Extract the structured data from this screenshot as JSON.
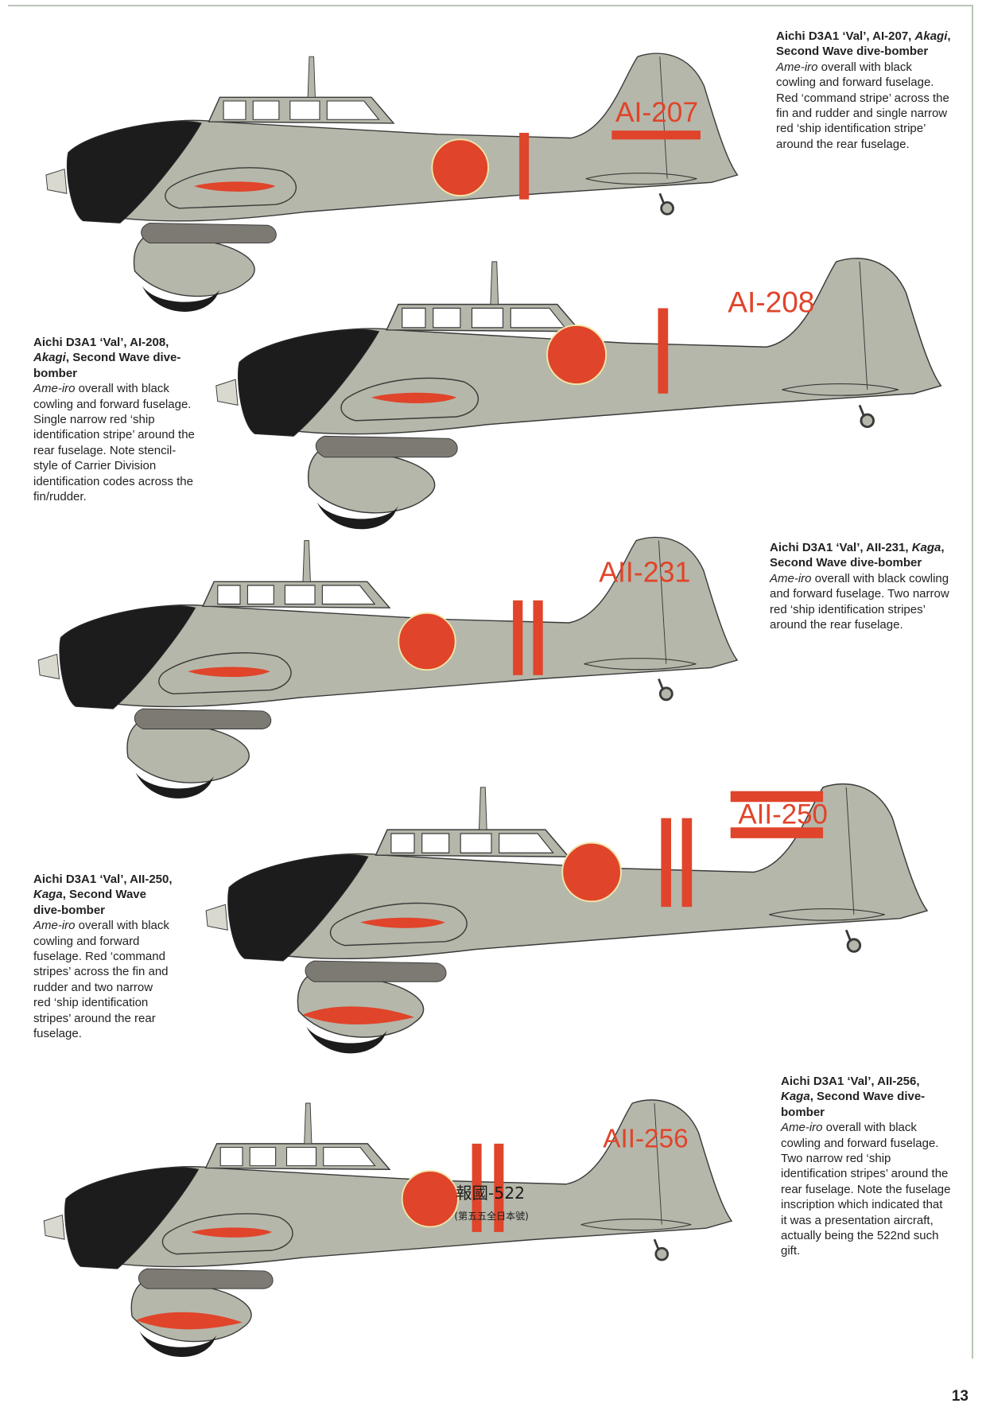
{
  "page_number": "13",
  "colors": {
    "ame_iro": "#b5b7aa",
    "cowling": "#1c1c1c",
    "hinomaru": "#e0442a",
    "stripe": "#e0442a",
    "outline": "#3a3a3a",
    "bomb": "#7c7a72"
  },
  "aircraft": [
    {
      "code": "AI-207",
      "fuselage_stripes": 1,
      "command_stripe": true,
      "title_prefix": "Aichi D3A1 ‘Val’, AI-207,",
      "carrier": "Akagi",
      "title_suffix": ", Second Wave dive-bomber",
      "body_italic": "Ame-iro",
      "body": " overall with black cowling and forward fuselage. Red ‘command stripe’ across the fin and rudder and single narrow red ‘ship identification stripe’ around the rear fuselage."
    },
    {
      "code": "AI-208",
      "fuselage_stripes": 1,
      "command_stripe": false,
      "title_prefix": "Aichi D3A1 ‘Val’, AI-208,",
      "carrier": "Akagi",
      "title_suffix": ", Second Wave dive-bomber",
      "body_italic": "Ame-iro",
      "body": " overall with black cowling and forward fuselage. Single narrow red ‘ship identification stripe’ around the rear fuselage. Note stencil-style of Carrier Division identification codes across the fin/rudder."
    },
    {
      "code": "AII-231",
      "fuselage_stripes": 2,
      "command_stripe": false,
      "title_prefix": "Aichi D3A1 ‘Val’, AII-231,",
      "carrier": "Kaga",
      "title_suffix": ", Second Wave dive-bomber",
      "body_italic": "Ame-iro",
      "body": " overall with black cowling and forward fuselage. Two narrow red ‘ship identification stripes’ around the rear fuselage."
    },
    {
      "code": "AII-250",
      "fuselage_stripes": 2,
      "command_stripe": true,
      "title_prefix": "Aichi D3A1 ‘Val’, AII-250,",
      "carrier": "Kaga",
      "title_suffix": ", Second Wave dive-bomber",
      "body_italic": "Ame-iro",
      "body": " overall with black cowling and forward fuselage. Red ‘command stripes’ across the fin and rudder and two narrow red ‘ship identification stripes’ around the rear fuselage."
    },
    {
      "code": "AII-256",
      "fuselage_stripes": 2,
      "command_stripe": false,
      "inscription_main": "報國-522",
      "inscription_sub": "(第五五全日本號)",
      "title_prefix": "Aichi D3A1 ‘Val’, AII-256,",
      "carrier": "Kaga",
      "title_suffix": ", Second Wave dive-bomber",
      "body_italic": "Ame-iro",
      "body": " overall with black cowling and forward fuselage. Two narrow red ‘ship identification stripes’ around the rear fuselage. Note the fuselage inscription which indicated that it was a presentation aircraft, actually being the 522nd such gift."
    }
  ]
}
